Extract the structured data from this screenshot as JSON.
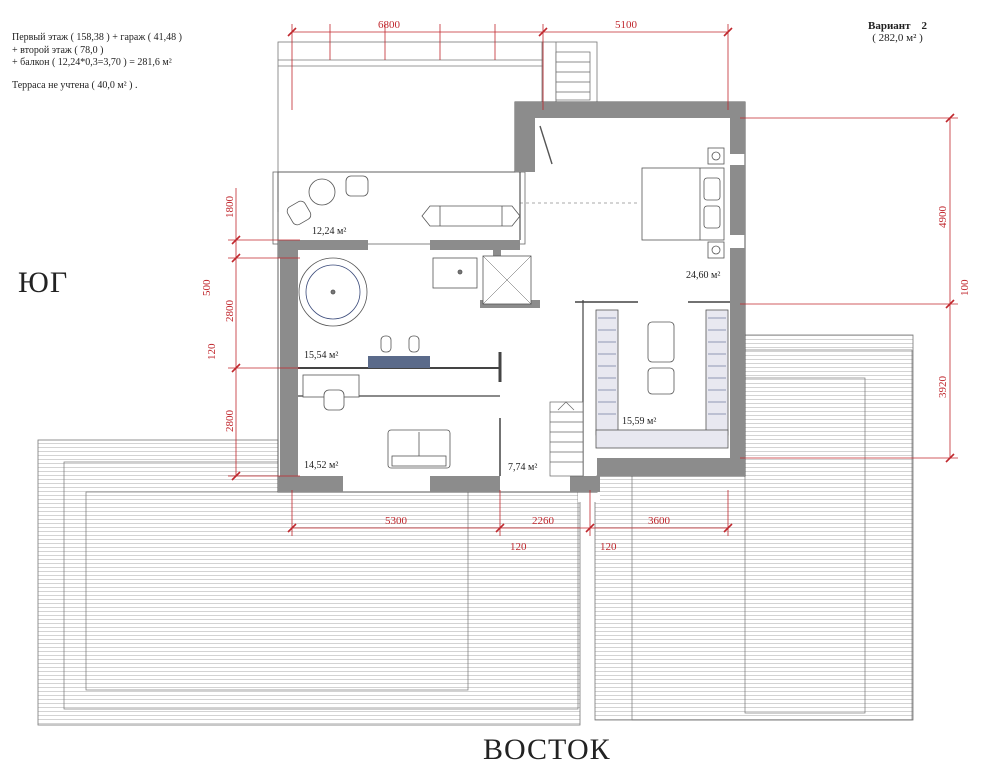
{
  "notes": {
    "line1": "Первый этаж ( 158,38 ) + гараж ( 41,48 )",
    "line2": "+ второй этаж ( 78,0 )",
    "line3": "+ балкон ( 12,24*0,3=3,70 ) = 281,6 м²",
    "line4": "Терраса не учтена ( 40,0 м² ) ."
  },
  "variant": {
    "label": "Вариант",
    "number": "2",
    "total": "( 282,0 м² )"
  },
  "directions": {
    "south": "ЮГ",
    "east": "ВОСТОК"
  },
  "dimensions": {
    "top_left": "6800",
    "top_right": "5100",
    "left_1800": "1800",
    "left_500": "500",
    "left_2800a": "2800",
    "left_120": "120",
    "left_2800b": "2800",
    "right_4900": "4900",
    "right_100": "100",
    "right_3920": "3920",
    "bottom_5300": "5300",
    "bottom_2260": "2260",
    "bottom_3600": "3600",
    "bottom_120a": "120",
    "bottom_120b": "120"
  },
  "areas": {
    "balcony": "12,24 м²",
    "bath": "15,54 м²",
    "study": "14,52 м²",
    "hall": "7,74 м²",
    "bedroom": "24,60 м²",
    "wardrobe": "15,59 м²"
  },
  "colors": {
    "dimension": "#c0272d",
    "wall": "#808080",
    "line": "#555555"
  }
}
